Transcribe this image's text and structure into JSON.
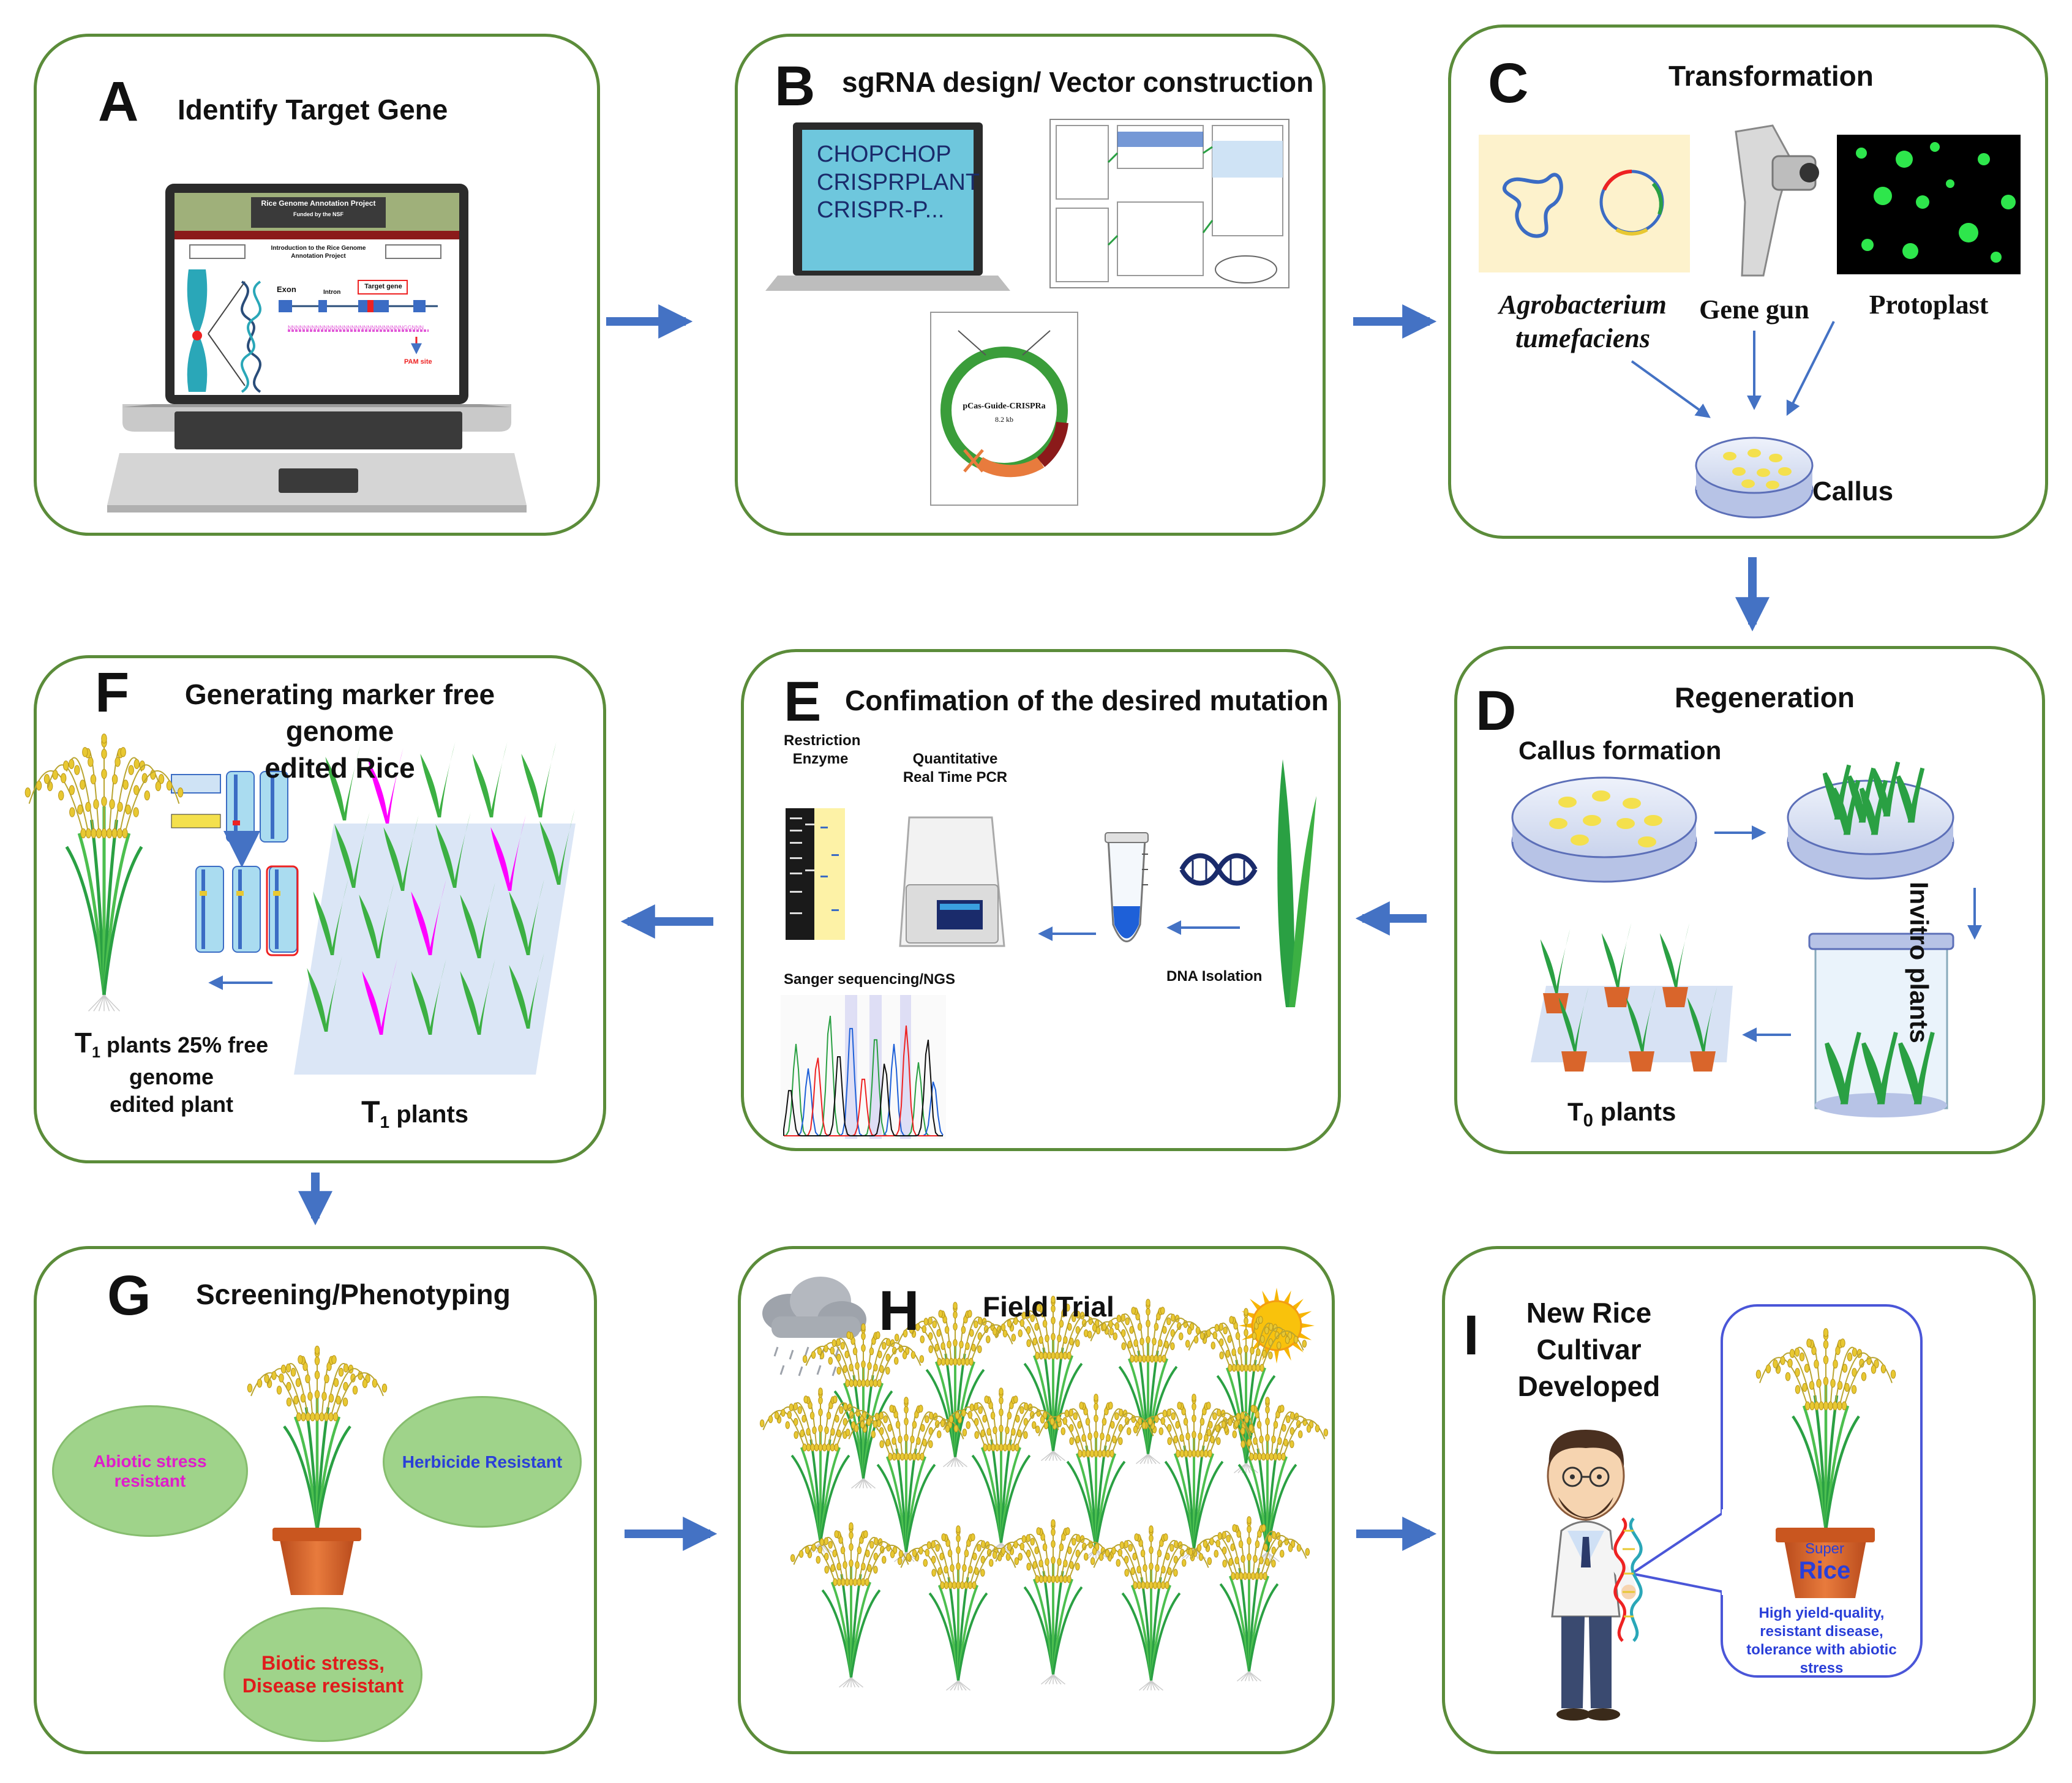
{
  "panels": {
    "A": {
      "letter": "A",
      "title": "Identify  Target Gene",
      "screen": {
        "header": "Rice Genome Annotation Project",
        "subheader": "Funded by the NSF",
        "intro": "Introduction to the Rice Genome Annotation Project",
        "exon": "Exon",
        "intron": "Intron",
        "target_gene": "Target gene",
        "sequence": "NNNNNNNNNNNNNNNNNNNNNNNNNNNNNGGNNN",
        "pam": "PAM site"
      }
    },
    "B": {
      "letter": "B",
      "title": "sgRNA design/ Vector construction",
      "tools": [
        "CHOPCHOP",
        "CRISPRPLANT",
        "CRISPR-P..."
      ],
      "plasmid": {
        "name": "pCas-Guide-CRISPRa",
        "size": "8.2 kb"
      }
    },
    "C": {
      "letter": "C",
      "title": "Transformation",
      "methods": [
        "Agrobacterium tumefaciens",
        "Gene gun",
        "Protoplast"
      ],
      "agro_line1": "Agrobacterium",
      "agro_line2": "tumefaciens",
      "callus": "Callus"
    },
    "D": {
      "letter": "D",
      "title": "Regeneration",
      "callus_formation": "Callus formation",
      "invitro": "Invitro plants",
      "t0_prefix": "T",
      "t0_sub": "0",
      "t0_suffix": " plants"
    },
    "E": {
      "letter": "E",
      "title": "Confimation of the desired mutation",
      "restriction": "Restriction Enzyme",
      "qpcr": "Quantitative Real Time PCR",
      "sanger": "Sanger sequencing/NGS",
      "dna": "DNA Isolation"
    },
    "F": {
      "letter": "F",
      "title_line1": "Generating marker free genome",
      "title_line2": "edited Rice",
      "t1_caption_prefix": "T",
      "t1_caption_sub": "1",
      "t1_caption_suffix": " plants 25% free genome",
      "t1_caption_line2": "edited plant",
      "t1_plants_prefix": "T",
      "t1_plants_sub": "1",
      "t1_plants_suffix": " plants"
    },
    "G": {
      "letter": "G",
      "title": "Screening/Phenotyping",
      "abiotic": "Abiotic stress resistant",
      "herbicide": "Herbicide Resistant",
      "biotic_line1": "Biotic stress,",
      "biotic_line2": "Disease resistant"
    },
    "H": {
      "letter": "H",
      "title": "Field Trial"
    },
    "I": {
      "letter": "I",
      "title_line1": "New Rice Cultivar",
      "title_line2": "Developed",
      "pot_super": "Super",
      "pot_rice": "Rice",
      "traits": "High yield-quality, resistant disease, tolerance with abiotic stress"
    }
  },
  "colors": {
    "border": "#5b8c3a",
    "arrow": "#4472c4",
    "leaf": "#3cb043",
    "mutant_leaf": "#ff00ff",
    "ellipse": "#9fd38a",
    "pot": "#d9652b",
    "grain": "#e8c832"
  }
}
